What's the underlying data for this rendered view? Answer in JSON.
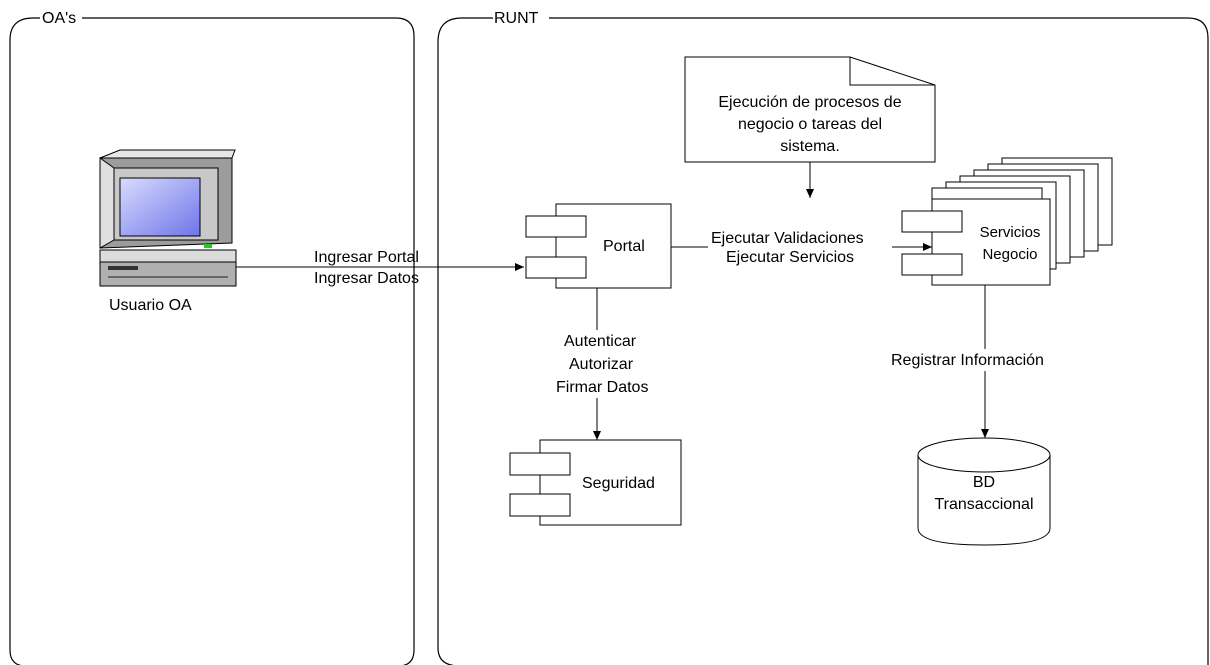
{
  "swimlanes": {
    "left_title": "OA's",
    "right_title": "RUNT"
  },
  "actor": {
    "label": "Usuario OA",
    "icon": "computer-icon"
  },
  "edges": {
    "actor_to_portal": [
      "Ingresar Portal",
      "Ingresar Datos"
    ],
    "portal_to_services": [
      "Ejecutar Validaciones",
      "Ejecutar Servicios"
    ],
    "portal_to_security": [
      "Autenticar",
      "Autorizar",
      "Firmar Datos"
    ],
    "services_to_db": "Registrar Información"
  },
  "components": {
    "portal": "Portal",
    "security": "Seguridad",
    "services": [
      "Servicios",
      "Negocio"
    ]
  },
  "note": [
    "Ejecución de procesos de",
    "negocio o tareas del",
    "sistema."
  ],
  "database": [
    "BD",
    "Transaccional"
  ]
}
